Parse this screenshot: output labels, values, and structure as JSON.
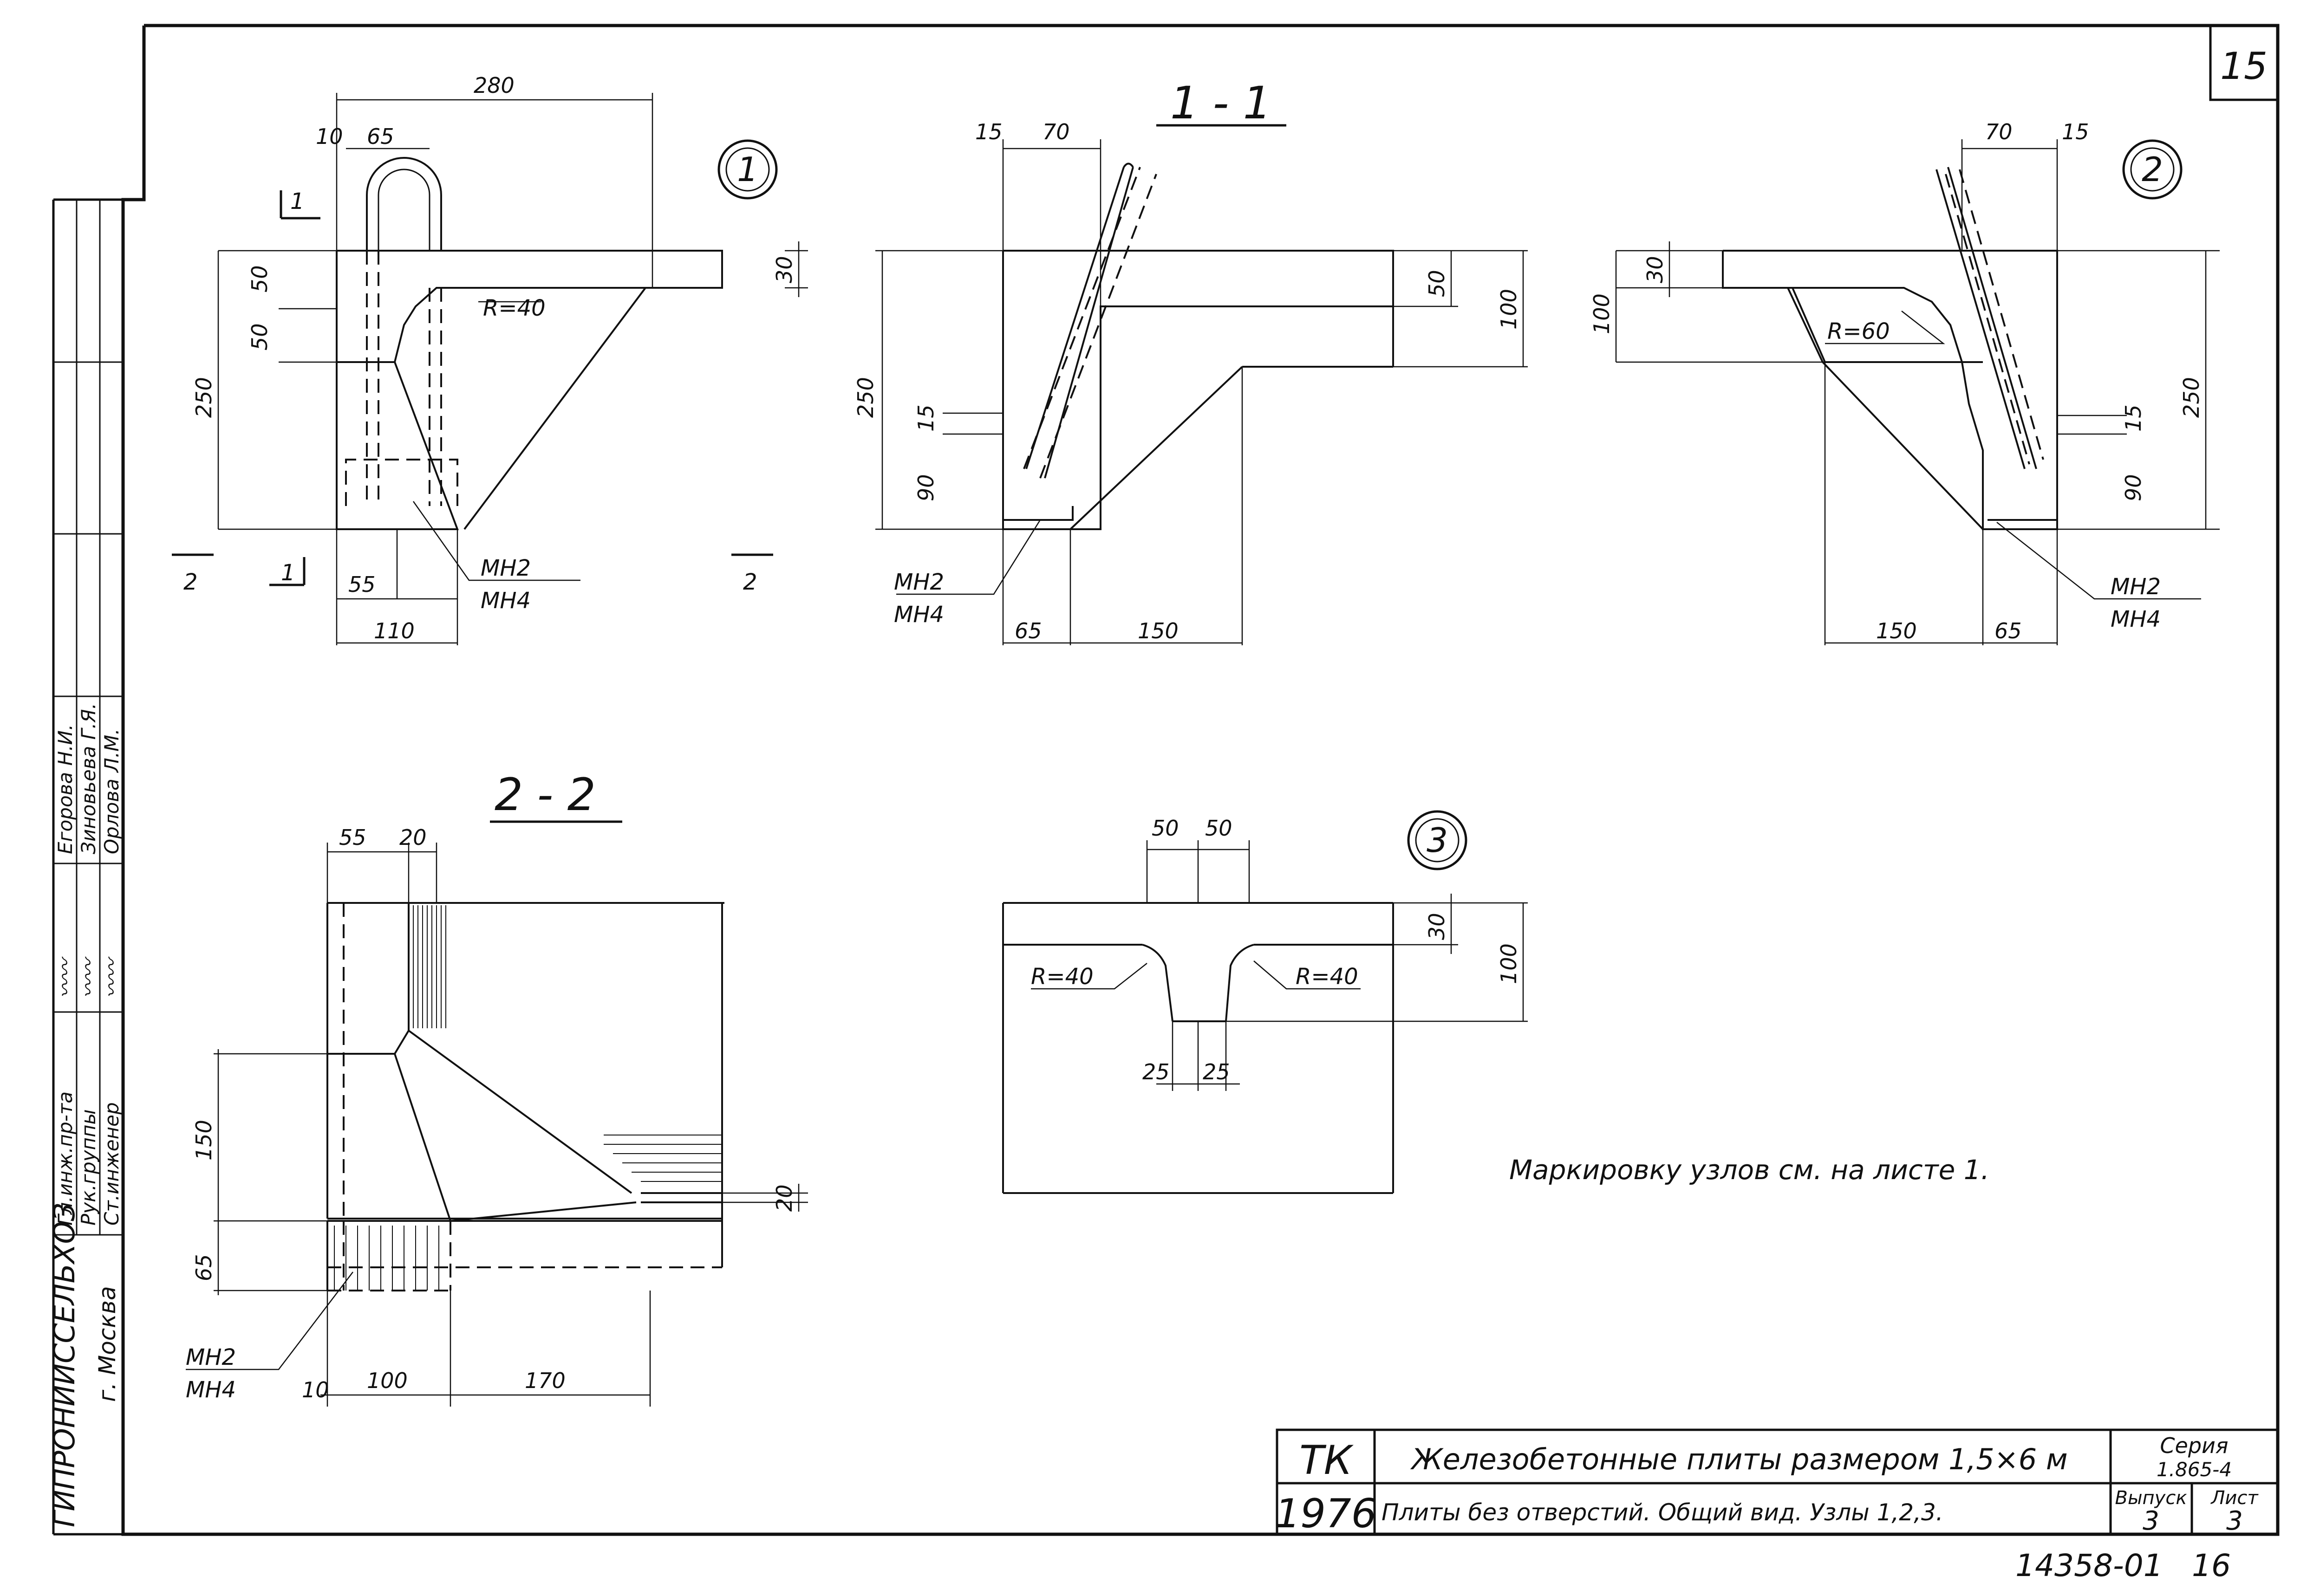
{
  "sheet": {
    "number": "15",
    "footer_code": "14358-01",
    "footer_page": "16"
  },
  "notes": {
    "marking": "Маркировку узлов см. на листе 1."
  },
  "title_block": {
    "org_code": "ТК",
    "year": "1976",
    "title": "Железобетонные плиты размером 1,5×6 м",
    "subtitle": "Плиты без отверстий. Общий вид. Узлы 1,2,3.",
    "series_label": "Серия",
    "series_value": "1.865-4",
    "issue_label": "Выпуск",
    "issue_value": "3",
    "sheet_label": "Лист",
    "sheet_value": "3"
  },
  "side_stamp": {
    "roles": [
      "Гл.инж.пр-та",
      "Рук.группы",
      "Ст.инженер"
    ],
    "names": [
      "Егорова Н.И.",
      "Зиновьева Г.Я.",
      "Орлова Л.М."
    ],
    "org": "ГИПРОНИИССЕЛЬХОЗ",
    "city": "г. Москва"
  },
  "details": {
    "node1": {
      "mark": "1",
      "dims": [
        "280",
        "10",
        "65",
        "50",
        "50",
        "250",
        "30",
        "55",
        "110"
      ],
      "radius": "R=40",
      "rebar": [
        "МН2",
        "МН4"
      ],
      "cut_1": "1",
      "cut_2": "2"
    },
    "section11": {
      "title": "1 - 1",
      "dims": [
        "15",
        "70",
        "250",
        "50",
        "100",
        "15",
        "90",
        "65",
        "150"
      ],
      "rebar": [
        "МН2",
        "МН4"
      ]
    },
    "node2": {
      "mark": "2",
      "dims": [
        "70",
        "15",
        "30",
        "100",
        "250",
        "15",
        "90",
        "150",
        "65"
      ],
      "radius": "R=60",
      "rebar": [
        "МН2",
        "МН4"
      ]
    },
    "section22": {
      "title": "2 - 2",
      "dims": [
        "55",
        "20",
        "150",
        "65",
        "20",
        "10",
        "100",
        "170"
      ],
      "rebar": [
        "МН2",
        "МН4"
      ]
    },
    "node3": {
      "mark": "3",
      "dims": [
        "50",
        "50",
        "30",
        "100",
        "25",
        "25"
      ],
      "radius_left": "R=40",
      "radius_right": "R=40"
    }
  }
}
